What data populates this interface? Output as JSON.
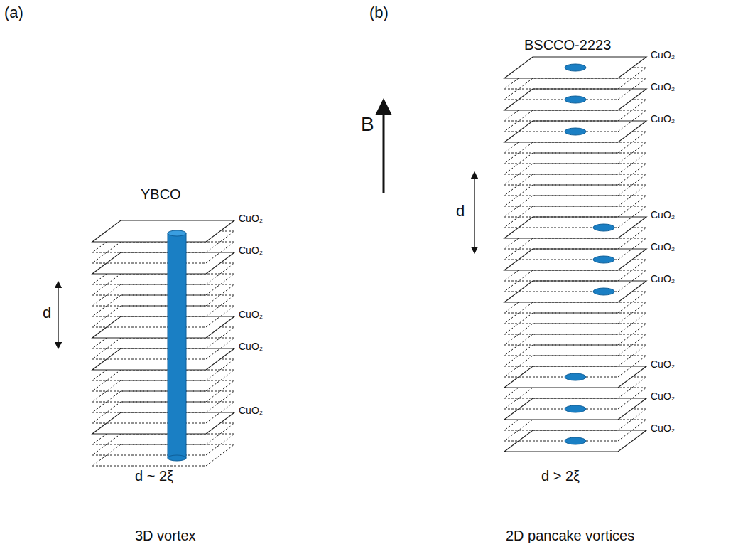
{
  "diagram": {
    "labels": [
      "(a)",
      "(b)",
      "BSCCO-2223",
      "B",
      "YBCO",
      "CuO₂",
      "CuO₂",
      "CuO₂",
      "CuO₂",
      "CuO₂",
      "d",
      "d ~ 2ξ",
      "3D vortex",
      "CuO₂",
      "CuO₂",
      "CuO₂",
      "CuO₂",
      "CuO₂",
      "CuO₂",
      "CuO₂",
      "CuO₂",
      "CuO₂",
      "d",
      "d > 2ξ",
      "2D pancake vortices"
    ]
  }
}
